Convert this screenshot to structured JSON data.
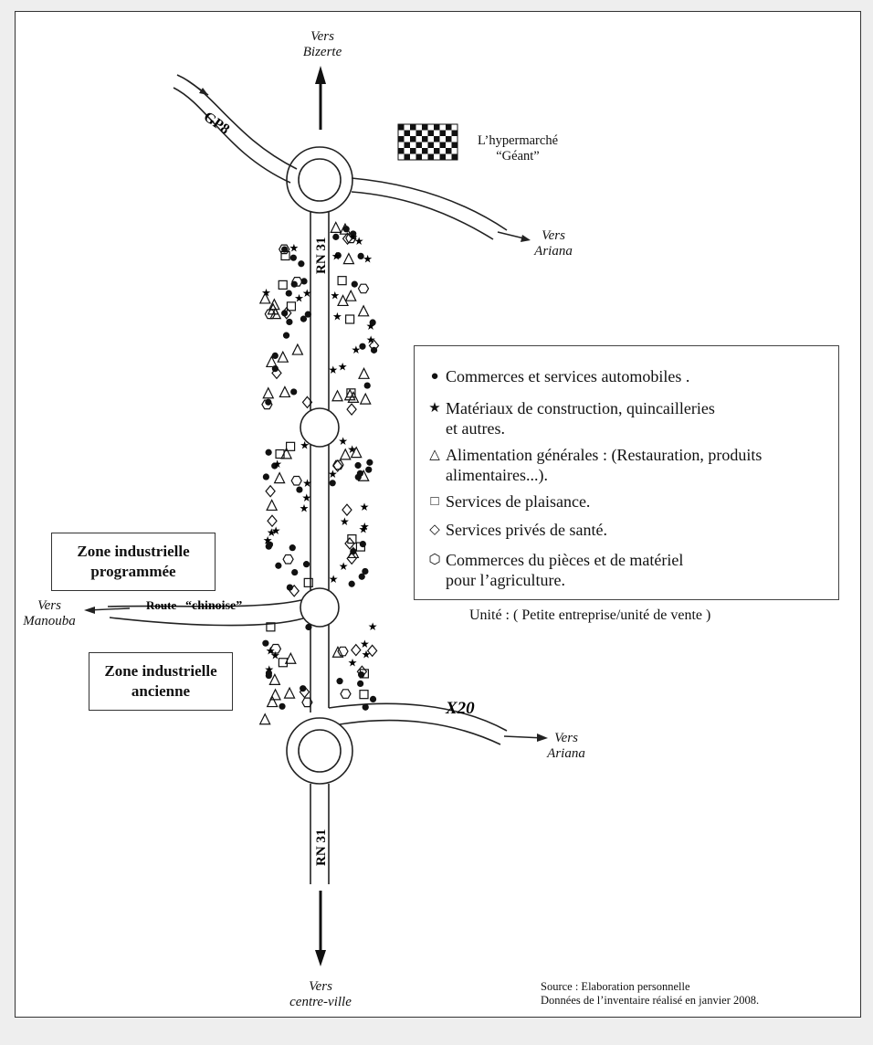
{
  "labels": {
    "north": "Vers\nBizerte",
    "east_top": "Vers\nAriana",
    "east_bottom": "Vers\nAriana",
    "west": "Vers\nManouba",
    "south": "Vers\ncentre-ville",
    "hypermarket": "L’hypermarché\n“Géant”"
  },
  "roads": {
    "gp8": "GP8",
    "rn31_top": "RN 31",
    "rn31_bottom": "RN 31",
    "route_chinoise_a": "Route",
    "route_chinoise_b": "“chinoise”",
    "x20": "X20"
  },
  "zones": {
    "programmed_line1": "Zone industrielle",
    "programmed_line2": "programmée",
    "old_line1": "Zone industrielle",
    "old_line2": "ancienne"
  },
  "legend": [
    {
      "symbol": "dot-icon",
      "glyph": "●",
      "text": "Commerces et services automobiles ."
    },
    {
      "symbol": "star-icon",
      "glyph": "★",
      "text": "Matériaux de construction, quincailleries\net autres."
    },
    {
      "symbol": "triangle-icon",
      "glyph": "△",
      "text": "Alimentation générales : (Restauration, produits\n alimentaires...)."
    },
    {
      "symbol": "square-icon",
      "glyph": "□",
      "text": "Services de plaisance."
    },
    {
      "symbol": "diamond-icon",
      "glyph": "◇",
      "text": "Services privés de santé."
    },
    {
      "symbol": "hexagon-icon",
      "glyph": "⬡",
      "text": "Commerces du pièces et de matériel\n        pour l’agriculture."
    }
  ],
  "unit": "Unité : ( Petite entreprise/unité de vente )",
  "source": "Source : Elaboration personnelle\n       Données de l’inventaire réalisé en janvier 2008."
}
